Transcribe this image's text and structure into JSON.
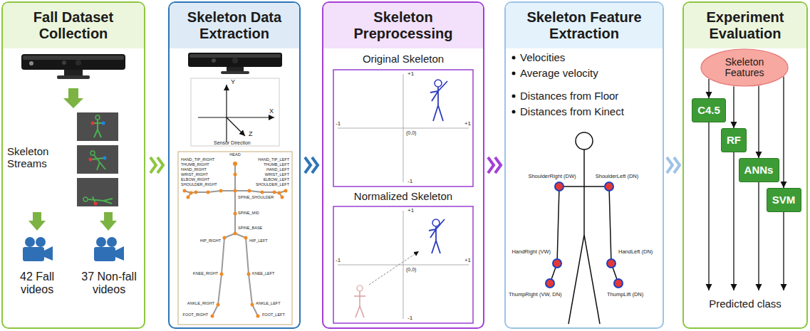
{
  "diagram": {
    "nodes": [
      {
        "text": [
          "Fall Dataset Collection",
          "Skeleton Streams",
          "42 Fall videos",
          "37 Non-fall videos"
        ]
      },
      {
        "text": [
          "Skeleton Data Extraction"
        ]
      },
      {
        "text": [
          "Skeleton Preprocessing",
          "Original Skeleton",
          "Normalized Skeleton"
        ]
      },
      {
        "text": [
          "Skeleton Feature Extraction",
          "Velocities",
          "Average velocity",
          "Distances from Floor",
          "Distances from Kinect"
        ]
      },
      {
        "text": [
          "Experiment Evaluation",
          "Predicted class"
        ]
      },
      {
        "text": [
          "Skeleton Features"
        ],
        "in": 4
      },
      {
        "text": [
          "C4.5"
        ],
        "in": 4
      },
      {
        "text": [
          "RF"
        ],
        "in": 4
      },
      {
        "text": [
          "ANNs"
        ],
        "in": 4
      },
      {
        "text": [
          "SVM"
        ],
        "in": 4
      }
    ],
    "edges": [
      {
        "from": 0,
        "to": 1,
        "arrow": "to"
      },
      {
        "from": 1,
        "to": 2,
        "arrow": "to"
      },
      {
        "from": 2,
        "to": 3,
        "arrow": "to"
      },
      {
        "from": 3,
        "to": 4,
        "arrow": "to"
      },
      {
        "from": 5,
        "to": 6,
        "arrow": "to"
      },
      {
        "from": 5,
        "to": 7,
        "arrow": "to"
      },
      {
        "from": 5,
        "to": 8,
        "arrow": "to"
      },
      {
        "from": 5,
        "to": 9,
        "arrow": "to"
      }
    ],
    "labels": [
      "Y",
      "X",
      "Z",
      "Sensor Direction",
      "HEAD",
      "HAND_TIP_RIGHT",
      "THUMB_RIGHT",
      "HAND_RIGHT",
      "WRIST_RIGHT",
      "ELBOW_RIGHT",
      "SHOULDER_RIGHT",
      "HAND_TIP_LEFT",
      "THUMB_LEFT",
      "HAND_LEFT",
      "WRIST_LEFT",
      "ELBOW_LEFT",
      "SHOULDER_LEFT",
      "SPINE_SHOULDER",
      "SPINE_MID",
      "SPINE_BASE",
      "HIP_RIGHT",
      "HIP_LEFT",
      "KNEE_RIGHT",
      "KNEE_LEFT",
      "ANKLE_RIGHT",
      "ANKLE_LEFT",
      "FOOT_RIGHT",
      "FOOT_LEFT",
      "+1",
      "-1",
      "+1",
      "-1",
      "(0,0)",
      "+1",
      "-1",
      "+1",
      "-1",
      "(0,0)",
      "ShoulderRight (DW)",
      "ShoulderLeft (DN)",
      "HandRight (VW)",
      "HandLeft (DN)",
      "ThumpRight (VW, DN)",
      "ThumpLift (DN)"
    ]
  }
}
